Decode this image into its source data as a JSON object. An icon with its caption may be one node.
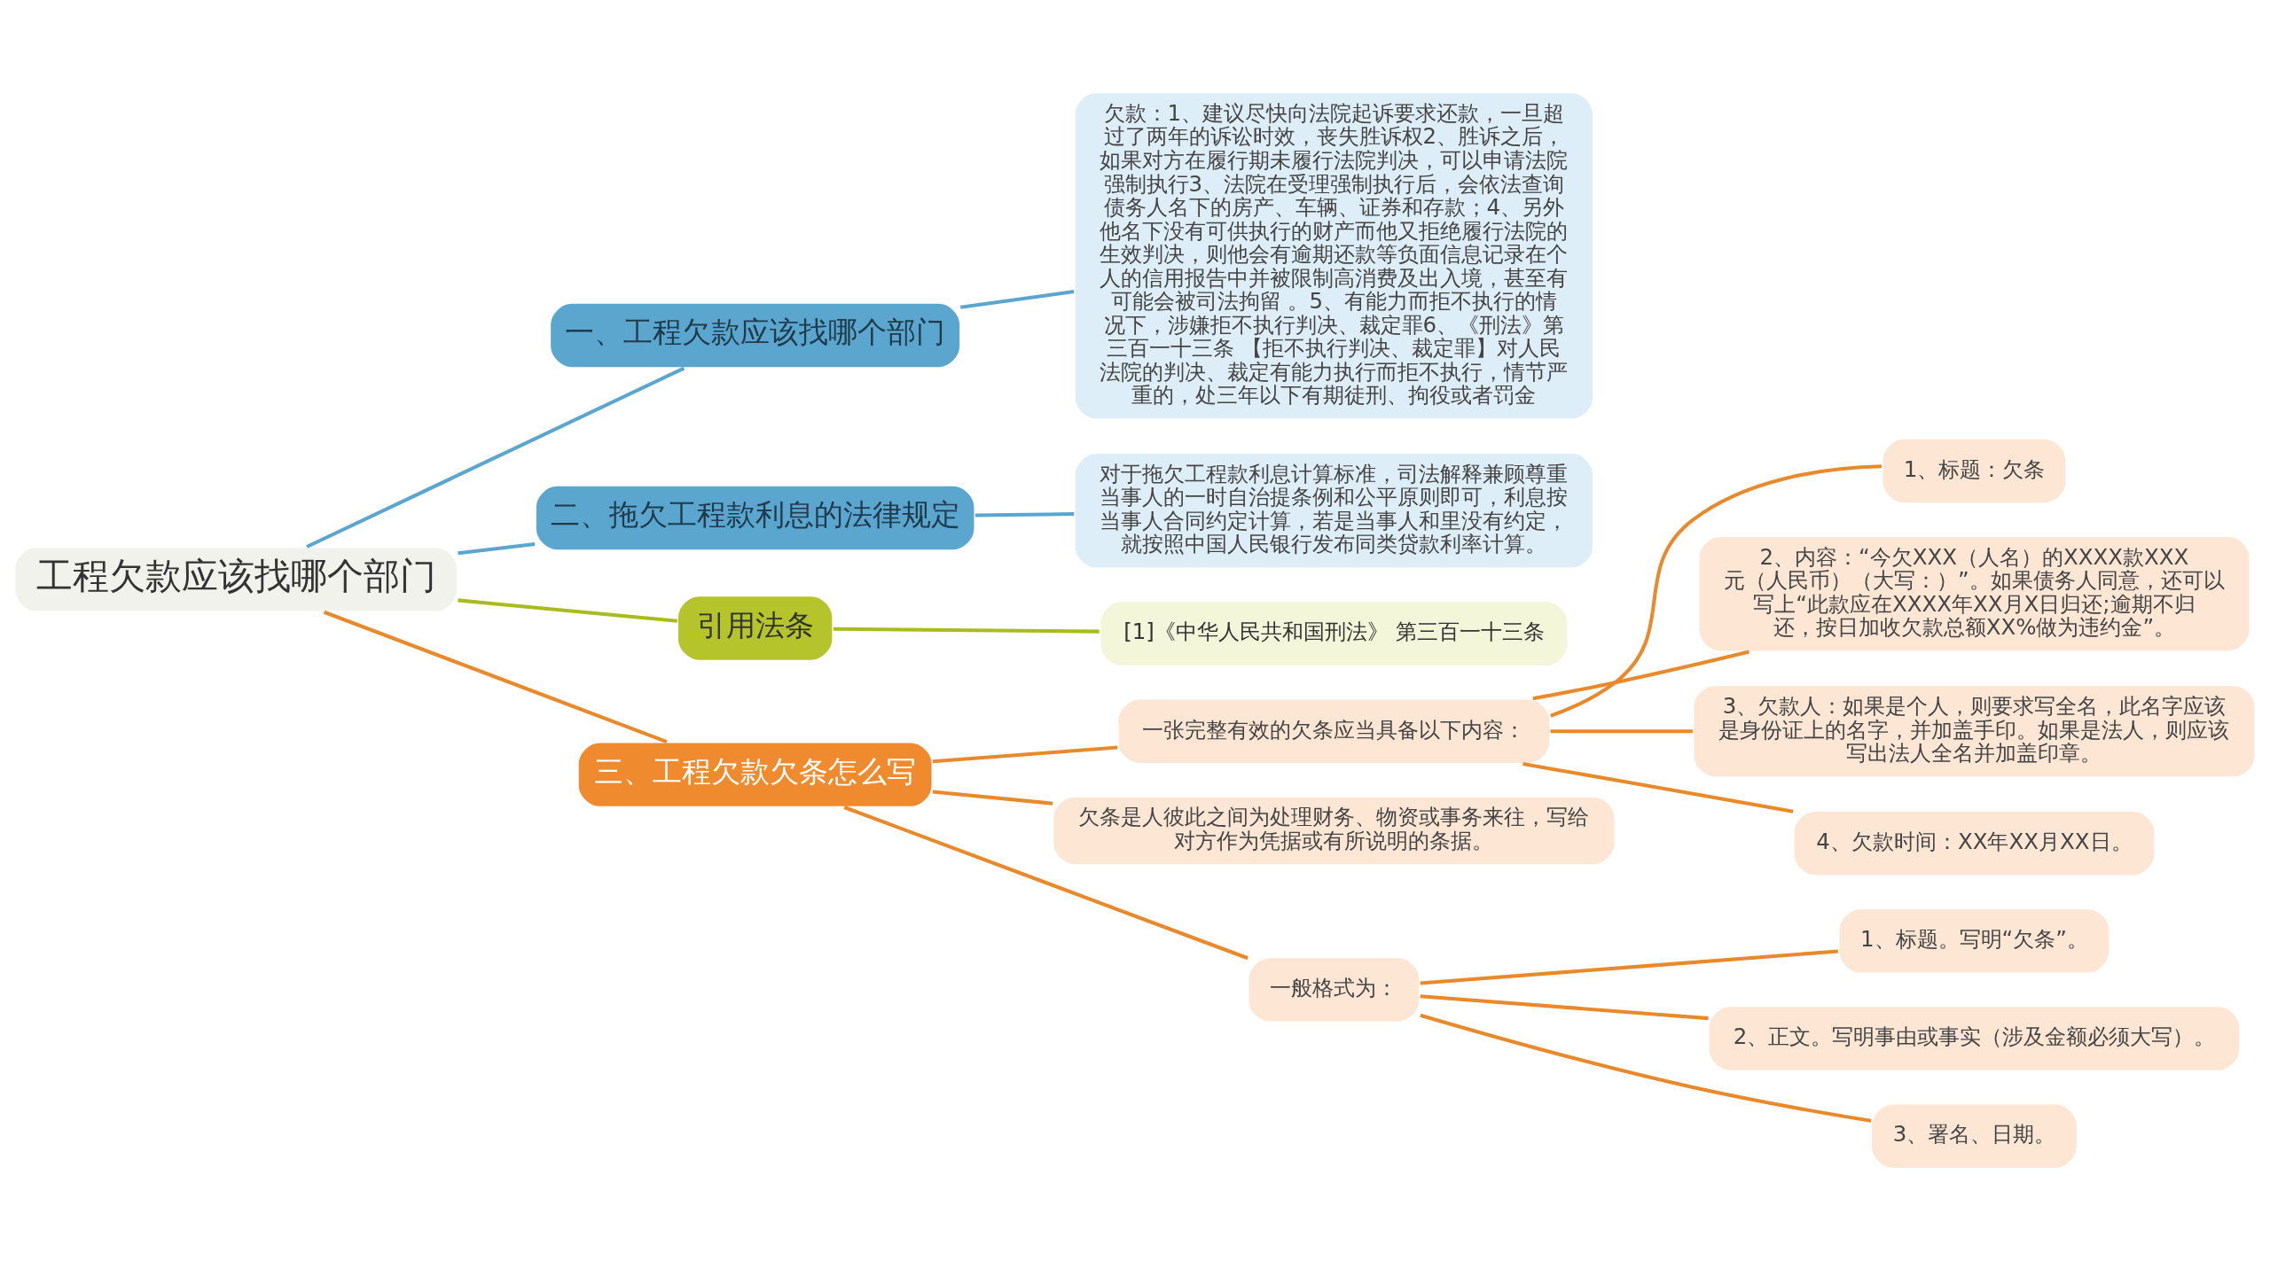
{
  "diagram": {
    "nodes": [
      {
        "text": [
          "工程欠款应该找哪个部门"
        ]
      },
      {
        "text": [
          "一、工程欠款应该找哪个部门"
        ]
      },
      {
        "text": [
          "欠款：1、建议尽快向法院起诉要求还款，一旦超过了两年的诉讼时效，丧失胜诉权2、胜诉之后，如果对方在履行期未履行法院判决，可以申请法院强制执行3、法院在受理强制执行后，会依法查询债务人名下的房产、车辆、证券和存款；4、另外他名下没有可供执行的财产而他又拒绝履行法院的生效判决，则他会有逾期还款等负面信息记录在个人的信用报告中并被限制高消费及出入境，甚至有可能会被司法拘留 。5、有能力而拒不执行的情况下，涉嫌拒不执行判决、裁定罪6、《刑法》第三百一十三条 【拒不执行判决、裁定罪】对人民法院的判决、裁定有能力执行而拒不执行，情节严重的，处三年以下有期徒刑、拘役或者罚金"
        ]
      },
      {
        "text": [
          "二、拖欠工程款利息的法律规定"
        ]
      },
      {
        "text": [
          "对于拖欠工程款利息计算标准，司法解释兼顾尊重当事人的一时自治提条例和公平原则即可，利息按当事人合同约定计算，若是当事人和里没有约定，就按照中国人民银行发布同类贷款利率计算。"
        ]
      },
      {
        "text": [
          "引用法条"
        ]
      },
      {
        "text": [
          "[1]《中华人民共和国刑法》 第三百一十三条"
        ]
      },
      {
        "text": [
          "三、工程欠款欠条怎么写"
        ]
      },
      {
        "text": [
          "一张完整有效的欠条应当具备以下内容："
        ]
      },
      {
        "text": [
          "1、标题：欠条"
        ]
      },
      {
        "text": [
          "2、内容：“今欠XXX（人名）的XXXX款XXX元（人民币）（大写：）”。如果债务人同意，还可以写上“此款应在XXXX年XX月X日归还;逾期不归还，按日加收欠款总额XX%做为违约金”。"
        ]
      },
      {
        "text": [
          "3、欠款人：如果是个人，则要求写全名，此名字应该是身份证上的名字，并加盖手印。如果是法人，则应该写出法人全名并加盖印章。"
        ]
      },
      {
        "text": [
          "4、欠款时间：XX年XX月XX日。"
        ]
      },
      {
        "text": [
          "欠条是人彼此之间为处理财务、物资或事务来往，写给对方作为凭据或有所说明的条据。"
        ]
      },
      {
        "text": [
          "一般格式为："
        ]
      },
      {
        "text": [
          "1、标题。写明“欠条”。"
        ]
      },
      {
        "text": [
          "2、正文。写明事由或事实（涉及金额必须大写）。"
        ]
      },
      {
        "text": [
          "3、署名、日期。"
        ]
      }
    ],
    "edges": [
      {
        "from": 0,
        "to": 1,
        "arrow": "none",
        "color": "#5ba6cf"
      },
      {
        "from": 1,
        "to": 2,
        "arrow": "none",
        "color": "#5ba6cf"
      },
      {
        "from": 0,
        "to": 3,
        "arrow": "none",
        "color": "#5ba6cf"
      },
      {
        "from": 3,
        "to": 4,
        "arrow": "none",
        "color": "#5ba6cf"
      },
      {
        "from": 0,
        "to": 5,
        "arrow": "none",
        "color": "#a9bb1e"
      },
      {
        "from": 5,
        "to": 6,
        "arrow": "none",
        "color": "#a9bb1e"
      },
      {
        "from": 0,
        "to": 7,
        "arrow": "none"
      },
      {
        "from": 7,
        "to": 8,
        "arrow": "none"
      },
      {
        "from": 8,
        "to": 9,
        "arrow": "none"
      },
      {
        "from": 8,
        "to": 10,
        "arrow": "none"
      },
      {
        "from": 8,
        "to": 11,
        "arrow": "none"
      },
      {
        "from": 8,
        "to": 12,
        "arrow": "none"
      },
      {
        "from": 7,
        "to": 13,
        "arrow": "none"
      },
      {
        "from": 7,
        "to": 14,
        "arrow": "none"
      },
      {
        "from": 14,
        "to": 15,
        "arrow": "none"
      },
      {
        "from": 14,
        "to": 16,
        "arrow": "none"
      },
      {
        "from": 14,
        "to": 17,
        "arrow": "none"
      }
    ]
  }
}
